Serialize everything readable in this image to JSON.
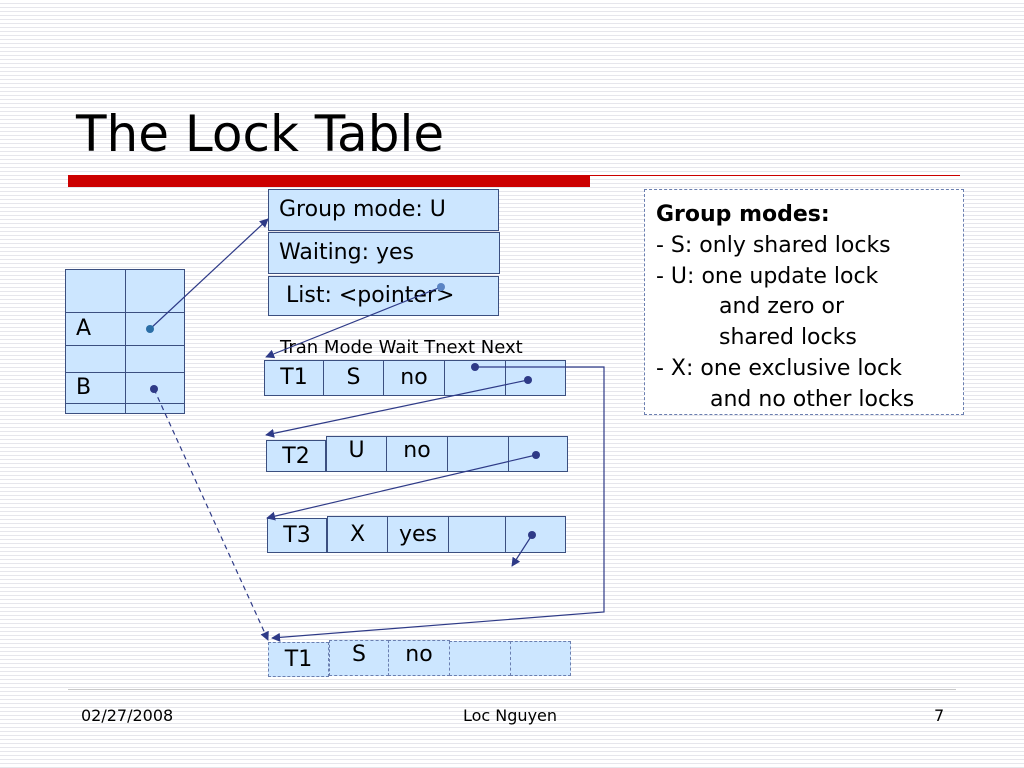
{
  "title": "The Lock Table",
  "colors": {
    "accent_bar": "#cc0000",
    "cell_fill": "#cce6ff",
    "cell_border": "#3b4f80",
    "arrow": "#2e3a87"
  },
  "entry": {
    "group_mode": "Group mode: U",
    "waiting": "Waiting: yes",
    "list": "List: <pointer>"
  },
  "hash_table": {
    "labels": [
      "A",
      "B"
    ]
  },
  "column_headers": "Tran Mode Wait Tnext Next",
  "rows": [
    {
      "tran": "T1",
      "mode": "S",
      "wait": "no"
    },
    {
      "tran": "T2",
      "mode": "U",
      "wait": "no"
    },
    {
      "tran": "T3",
      "mode": "X",
      "wait": "yes"
    },
    {
      "tran": "T1",
      "mode": "S",
      "wait": "no"
    }
  ],
  "legend": {
    "heading": "Group modes:",
    "lines": [
      "- S: only shared locks",
      "- U: one update lock",
      "and zero or",
      "shared locks",
      "- X: one exclusive lock",
      "and no other locks"
    ]
  },
  "footer": {
    "date": "02/27/2008",
    "author": "Loc Nguyen",
    "page": "7"
  }
}
